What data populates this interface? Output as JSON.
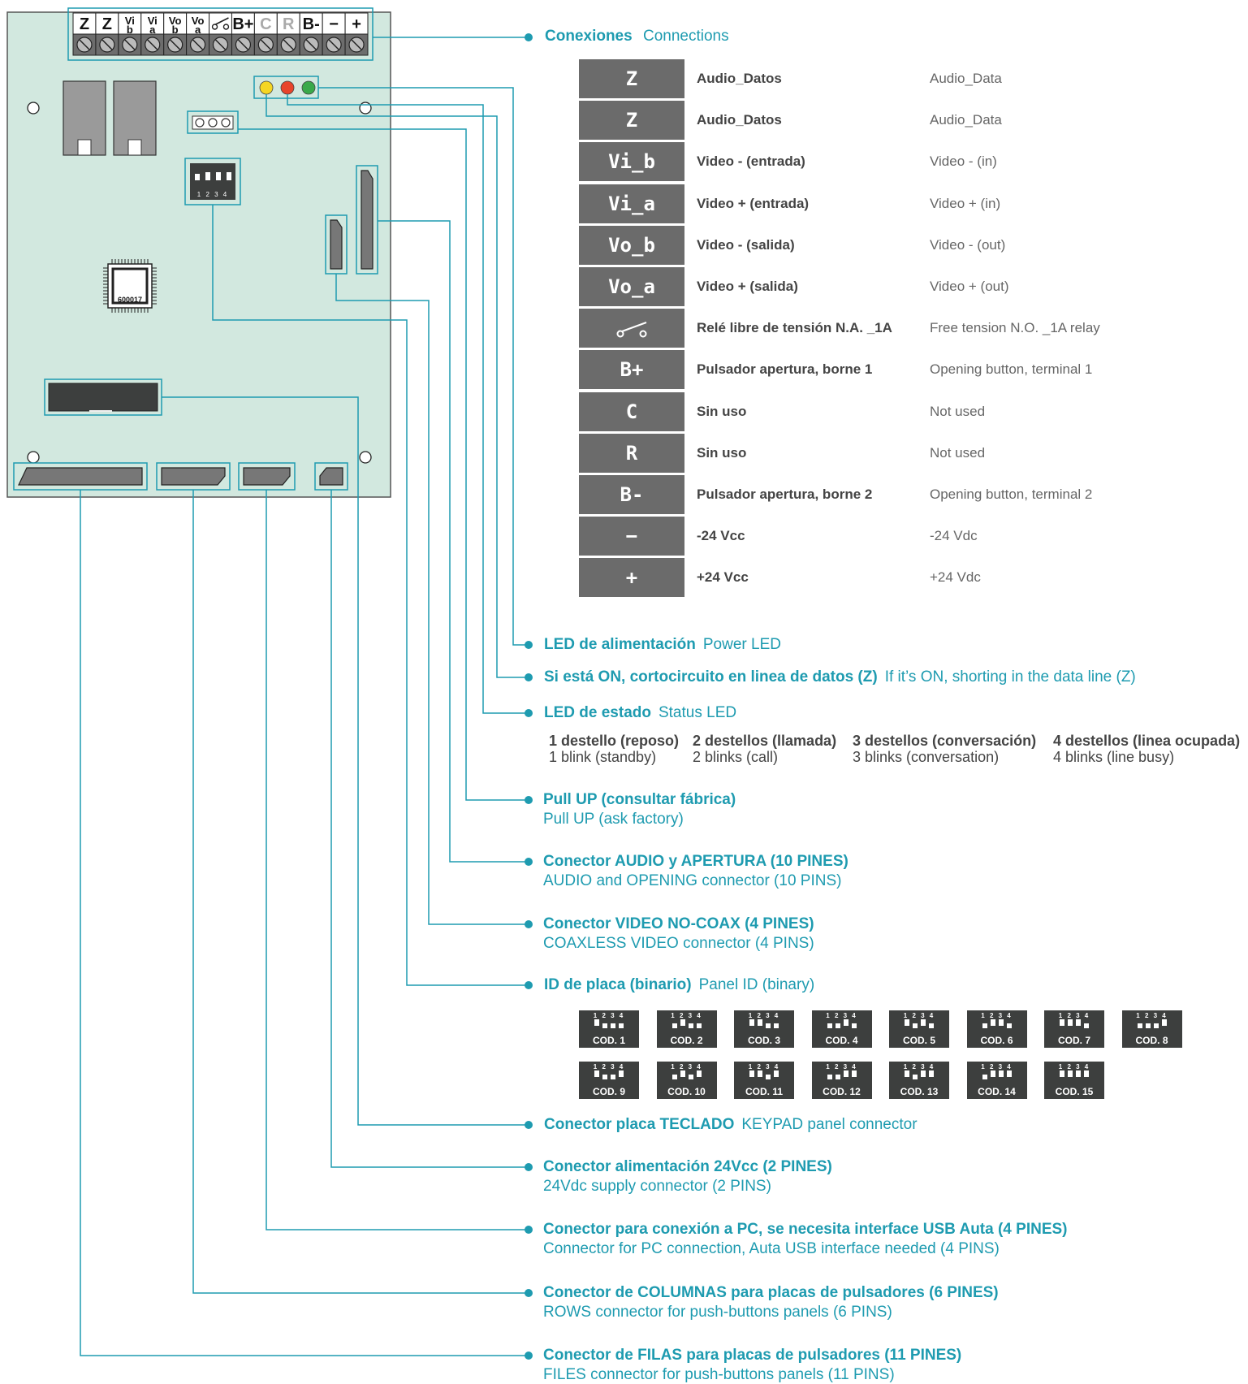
{
  "terminals": [
    "Z",
    "Z",
    "Vi b",
    "Vi a",
    "Vo b",
    "Vo a",
    "relay",
    "B+",
    "C",
    "R",
    "B-",
    "−",
    "+"
  ],
  "chip_label": "600017",
  "dip_numbers": "1 2 3 4",
  "connections": {
    "title_es": "Conexiones",
    "title_en": "Connections",
    "rows": [
      {
        "label": "Z",
        "es": "Audio_Datos",
        "en": "Audio_Data"
      },
      {
        "label": "Z",
        "es": "Audio_Datos",
        "en": "Audio_Data"
      },
      {
        "label": "Vi_b",
        "es": "Video - (entrada)",
        "en": "Video - (in)"
      },
      {
        "label": "Vi_a",
        "es": "Video + (entrada)",
        "en": "Video + (in)"
      },
      {
        "label": "Vo_b",
        "es": "Video - (salida)",
        "en": "Video - (out)"
      },
      {
        "label": "Vo_a",
        "es": "Video + (salida)",
        "en": "Video + (out)"
      },
      {
        "label": "",
        "icon": "relay-switch-icon",
        "es": "Relé libre de tensión N.A. _1A",
        "en": "Free tension N.O. _1A relay"
      },
      {
        "label": "B+",
        "es": "Pulsador apertura, borne 1",
        "en": "Opening button, terminal 1"
      },
      {
        "label": "C",
        "es": "Sin uso",
        "en": "Not used"
      },
      {
        "label": "R",
        "es": "Sin uso",
        "en": "Not used"
      },
      {
        "label": "B-",
        "es": "Pulsador apertura, borne 2",
        "en": "Opening button, terminal 2"
      },
      {
        "label": "−",
        "es": "-24 Vcc",
        "en": "-24 Vdc"
      },
      {
        "label": "+",
        "es": "+24 Vcc",
        "en": "+24 Vdc"
      }
    ]
  },
  "callouts": [
    {
      "es": "LED de alimentación",
      "en": "Power LED",
      "inline": true
    },
    {
      "es": "Si está ON, cortocircuito en linea de datos (Z)",
      "en": "If it’s ON, shorting in the data line (Z)",
      "inline": true
    },
    {
      "es": "LED de estado",
      "en": "Status LED",
      "inline": true
    },
    {
      "es": "Pull UP (consultar fábrica)",
      "en": "Pull UP (ask factory)",
      "inline": false
    },
    {
      "es": "Conector AUDIO y APERTURA  (10 PINES)",
      "en": "AUDIO and OPENING connector  (10 PINS)",
      "inline": false
    },
    {
      "es": "Conector VIDEO NO-COAX  (4 PINES)",
      "en": "COAXLESS VIDEO connector  (4 PINS)",
      "inline": false
    },
    {
      "es": "ID de placa (binario)",
      "en": "Panel ID (binary)",
      "inline": true
    },
    {
      "es": "Conector placa TECLADO",
      "en": "KEYPAD panel connector",
      "inline": true
    },
    {
      "es": "Conector alimentación 24Vcc (2 PINES)",
      "en": "24Vdc supply connector (2 PINS)",
      "inline": false
    },
    {
      "es": "Conector para conexión a PC, se necesita interface USB Auta  (4 PINES)",
      "en": "Connector for PC connection, Auta USB interface needed  (4 PINS)",
      "inline": false
    },
    {
      "es": "Conector de COLUMNAS para placas de pulsadores  (6 PINES)",
      "en": "ROWS connector for push-buttons panels  (6 PINS)",
      "inline": false
    },
    {
      "es": "Conector de FILAS para placas de pulsadores  (11 PINES)",
      "en": "FILES connector for push-buttons panels  (11 PINS)",
      "inline": false
    }
  ],
  "blinks": [
    {
      "es": "1 destello (reposo)",
      "en": "1 blink (standby)"
    },
    {
      "es": "2 destellos (llamada)",
      "en": "2 blinks (call)"
    },
    {
      "es": "3 destellos (conversación)",
      "en": "3 blinks (conversation)"
    },
    {
      "es": "4 destellos (linea ocupada)",
      "en": "4 blinks (line busy)"
    }
  ],
  "codes": [
    "COD. 1",
    "COD. 2",
    "COD. 3",
    "COD. 4",
    "COD. 5",
    "COD. 6",
    "COD. 7",
    "COD. 8",
    "COD. 9",
    "COD. 10",
    "COD. 11",
    "COD. 12",
    "COD. 13",
    "COD. 14",
    "COD. 15"
  ],
  "colors": {
    "accent": "#1e9bb0",
    "board": "#d2e8df",
    "dark": "#3d3f3e",
    "label_bg": "#6b6b6b",
    "led_yellow": "#f5d623",
    "led_red": "#e8452c",
    "led_green": "#3aa94a"
  }
}
